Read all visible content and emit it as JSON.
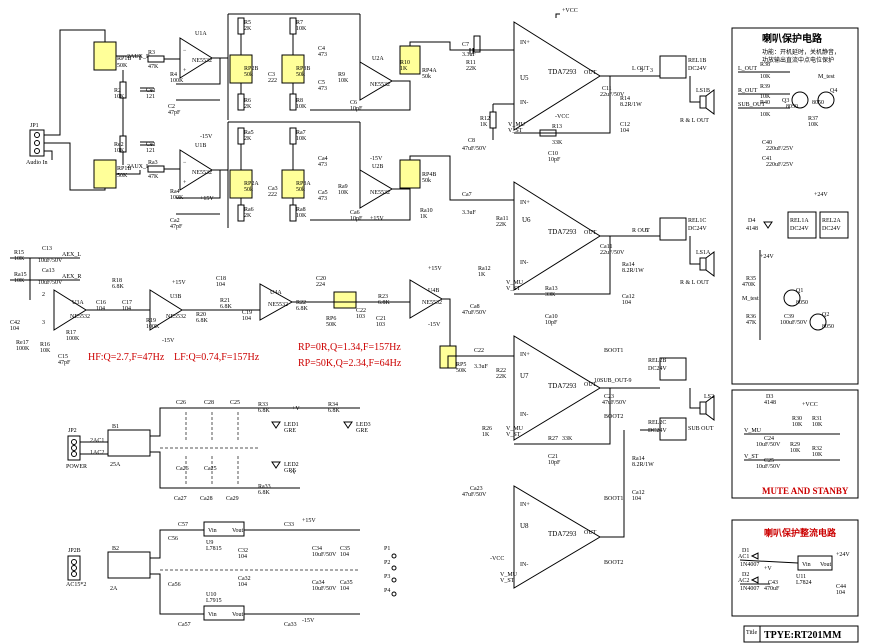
{
  "amplifier_labels": [
    "TDA7293",
    "TDA7293",
    "TDA7293",
    "TDA7293"
  ],
  "amplifier_refs": [
    "U5",
    "U6",
    "U7",
    "U8"
  ],
  "notes": {
    "hf": "HF:Q=2.7,F=47Hz",
    "lf": "LF:Q=0.74,F=157Hz",
    "rp0": "RP=0R,Q=1.34,F=157Hz",
    "rp50": "RP=50K,Q=2.34,F=64Hz"
  },
  "protection_title": "喇叭保护电路",
  "protection_desc": [
    "功能：开机延时，关机静音，",
    "功放输出直流中点电位保护"
  ],
  "protection_supply_title": "喇叭保护整流电路",
  "mute_title": "MUTE AND STANBY",
  "title_block": {
    "label": "Title",
    "value": "TPYE:RT201MM"
  },
  "connectors": {
    "audio_in": "Audio In",
    "power": "POWER",
    "ac_in": "AC15*2",
    "l_out": "R & L OUT",
    "r_out": "R & L OUT",
    "sub_out": "SUB OUT"
  },
  "net_labels": [
    "L OUT",
    "R OUT",
    "SUB OUT",
    "M test",
    "V_MU",
    "V_ST",
    "AEX_L",
    "AEX_R",
    "BOOT1",
    "BOOT2",
    "+VCC",
    "-VCC",
    "+15V",
    "-15V",
    "+24V"
  ],
  "opamps": [
    "U1A",
    "U1B",
    "U2A",
    "U2B",
    "U3A",
    "U3B",
    "U4A",
    "U4B"
  ],
  "opamp_type": "NE5532",
  "relays": [
    "REL1B",
    "REL1C",
    "REL2B",
    "REL2C",
    "REL1A",
    "REL2A"
  ],
  "relay_rating": "DC24V",
  "regulators": [
    {
      "ref": "U9",
      "part": "L7815"
    },
    {
      "ref": "U10",
      "part": "L7915"
    },
    {
      "ref": "U11",
      "part": "L7824"
    }
  ],
  "speakers": [
    "LS1B",
    "LS1A",
    "LS2"
  ]
}
